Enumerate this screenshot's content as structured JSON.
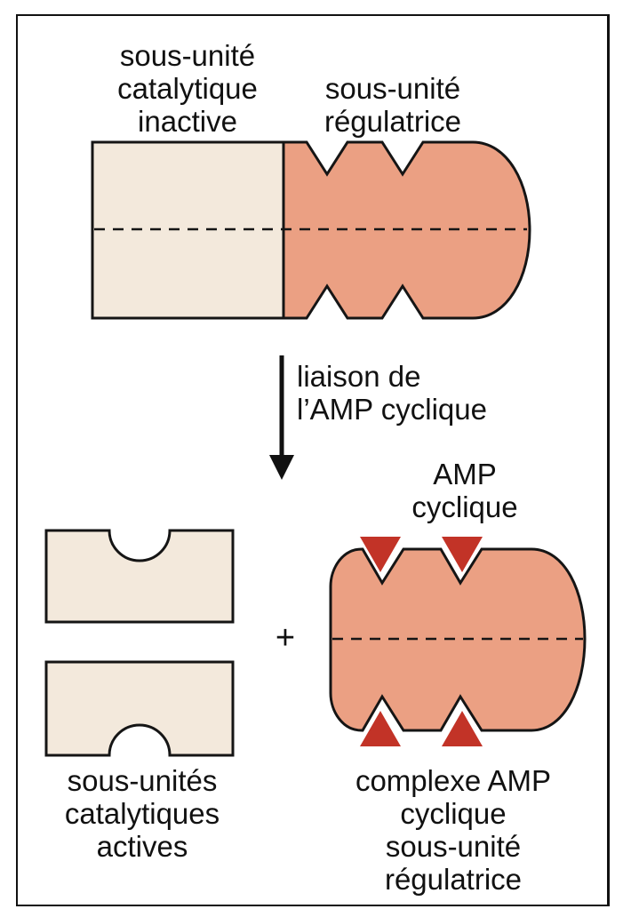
{
  "diagram": {
    "labels": {
      "inactive_catalytic": [
        "sous-unité",
        "catalytique",
        "inactive"
      ],
      "regulatory": [
        "sous-unité",
        "régulatrice"
      ],
      "binding_step": [
        "liaison de",
        "l’AMP cyclique"
      ],
      "cyclic_amp": [
        "AMP",
        "cyclique"
      ],
      "plus_sign": "+",
      "active_catalytic": [
        "sous-unités",
        "catalytiques",
        "actives"
      ],
      "complex": [
        "complexe AMP",
        "cyclique",
        "sous-unité",
        "régulatrice"
      ]
    },
    "colors": {
      "catalytic_fill": "#f3e9dc",
      "regulatory_fill": "#eba083",
      "camp_marker": "#c23327",
      "outline": "#151515"
    }
  }
}
